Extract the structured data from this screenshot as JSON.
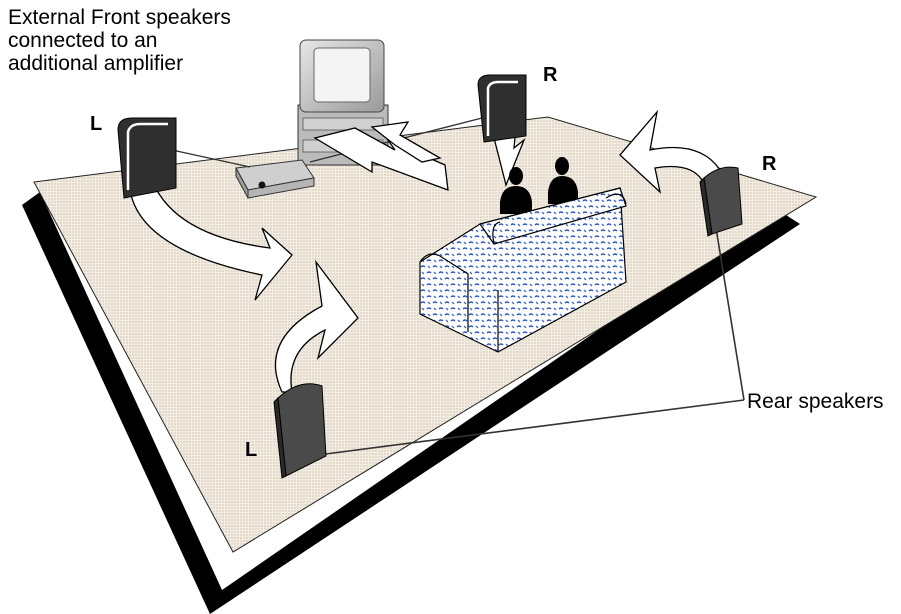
{
  "captions": {
    "external_front": [
      "External Front speakers",
      "connected to an",
      "additional amplifier"
    ],
    "rear_speakers": "Rear speakers"
  },
  "labels": {
    "front_left": "L",
    "front_right": "R",
    "rear_right": "R",
    "rear_left": "L"
  },
  "colors": {
    "floor": "#efe8da",
    "floor_shadow": "#000000",
    "speaker": "#333333",
    "sofa_pattern": "#2f56c9"
  }
}
